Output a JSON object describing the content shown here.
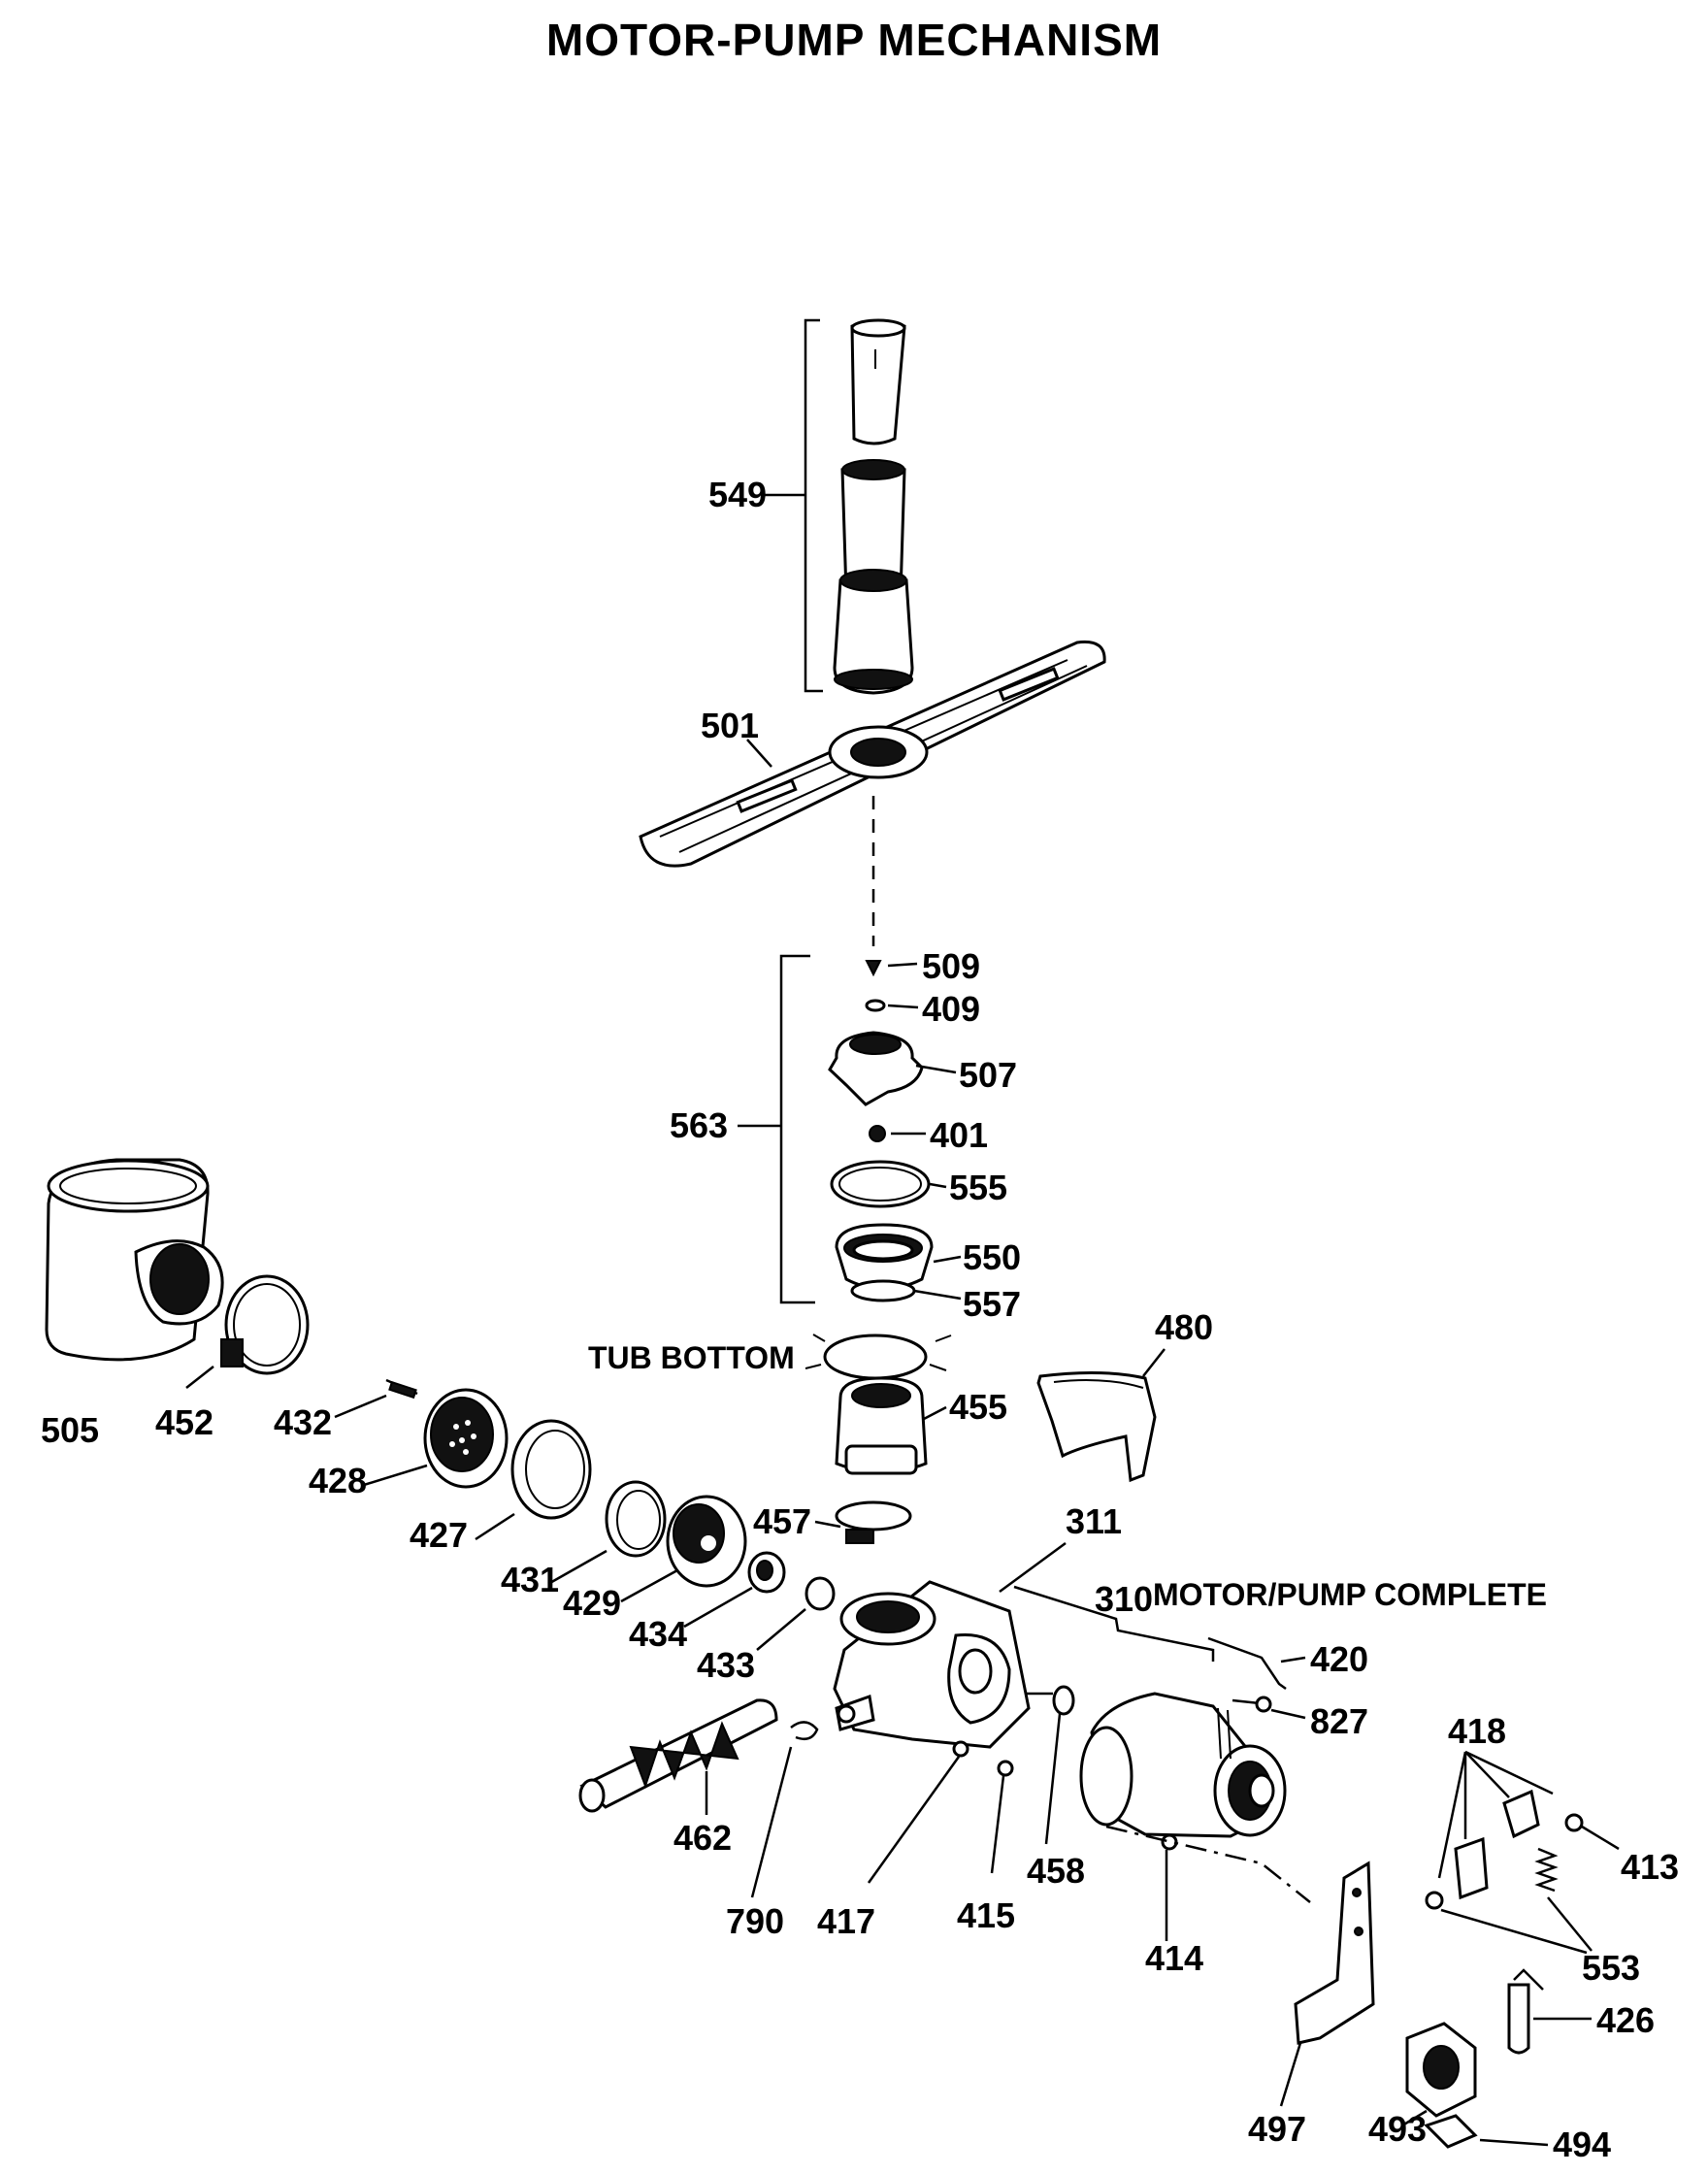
{
  "title": "MOTOR-PUMP MECHANISM",
  "labels": {
    "tub_bottom": "TUB BOTTOM",
    "motor_pump_complete": "MOTOR/PUMP COMPLETE"
  },
  "parts": {
    "p549": "549",
    "p501": "501",
    "p509": "509",
    "p409": "409",
    "p507": "507",
    "p563": "563",
    "p401": "401",
    "p555": "555",
    "p550": "550",
    "p557": "557",
    "p480": "480",
    "p455": "455",
    "p505": "505",
    "p452": "452",
    "p432": "432",
    "p428": "428",
    "p427": "427",
    "p431": "431",
    "p429": "429",
    "p434": "434",
    "p457": "457",
    "p433": "433",
    "p311": "311",
    "p310": "310",
    "p420": "420",
    "p827": "827",
    "p418": "418",
    "p413": "413",
    "p553": "553",
    "p462": "462",
    "p790": "790",
    "p417": "417",
    "p415": "415",
    "p458": "458",
    "p414": "414",
    "p426": "426",
    "p497": "497",
    "p493": "493",
    "p494": "494"
  }
}
